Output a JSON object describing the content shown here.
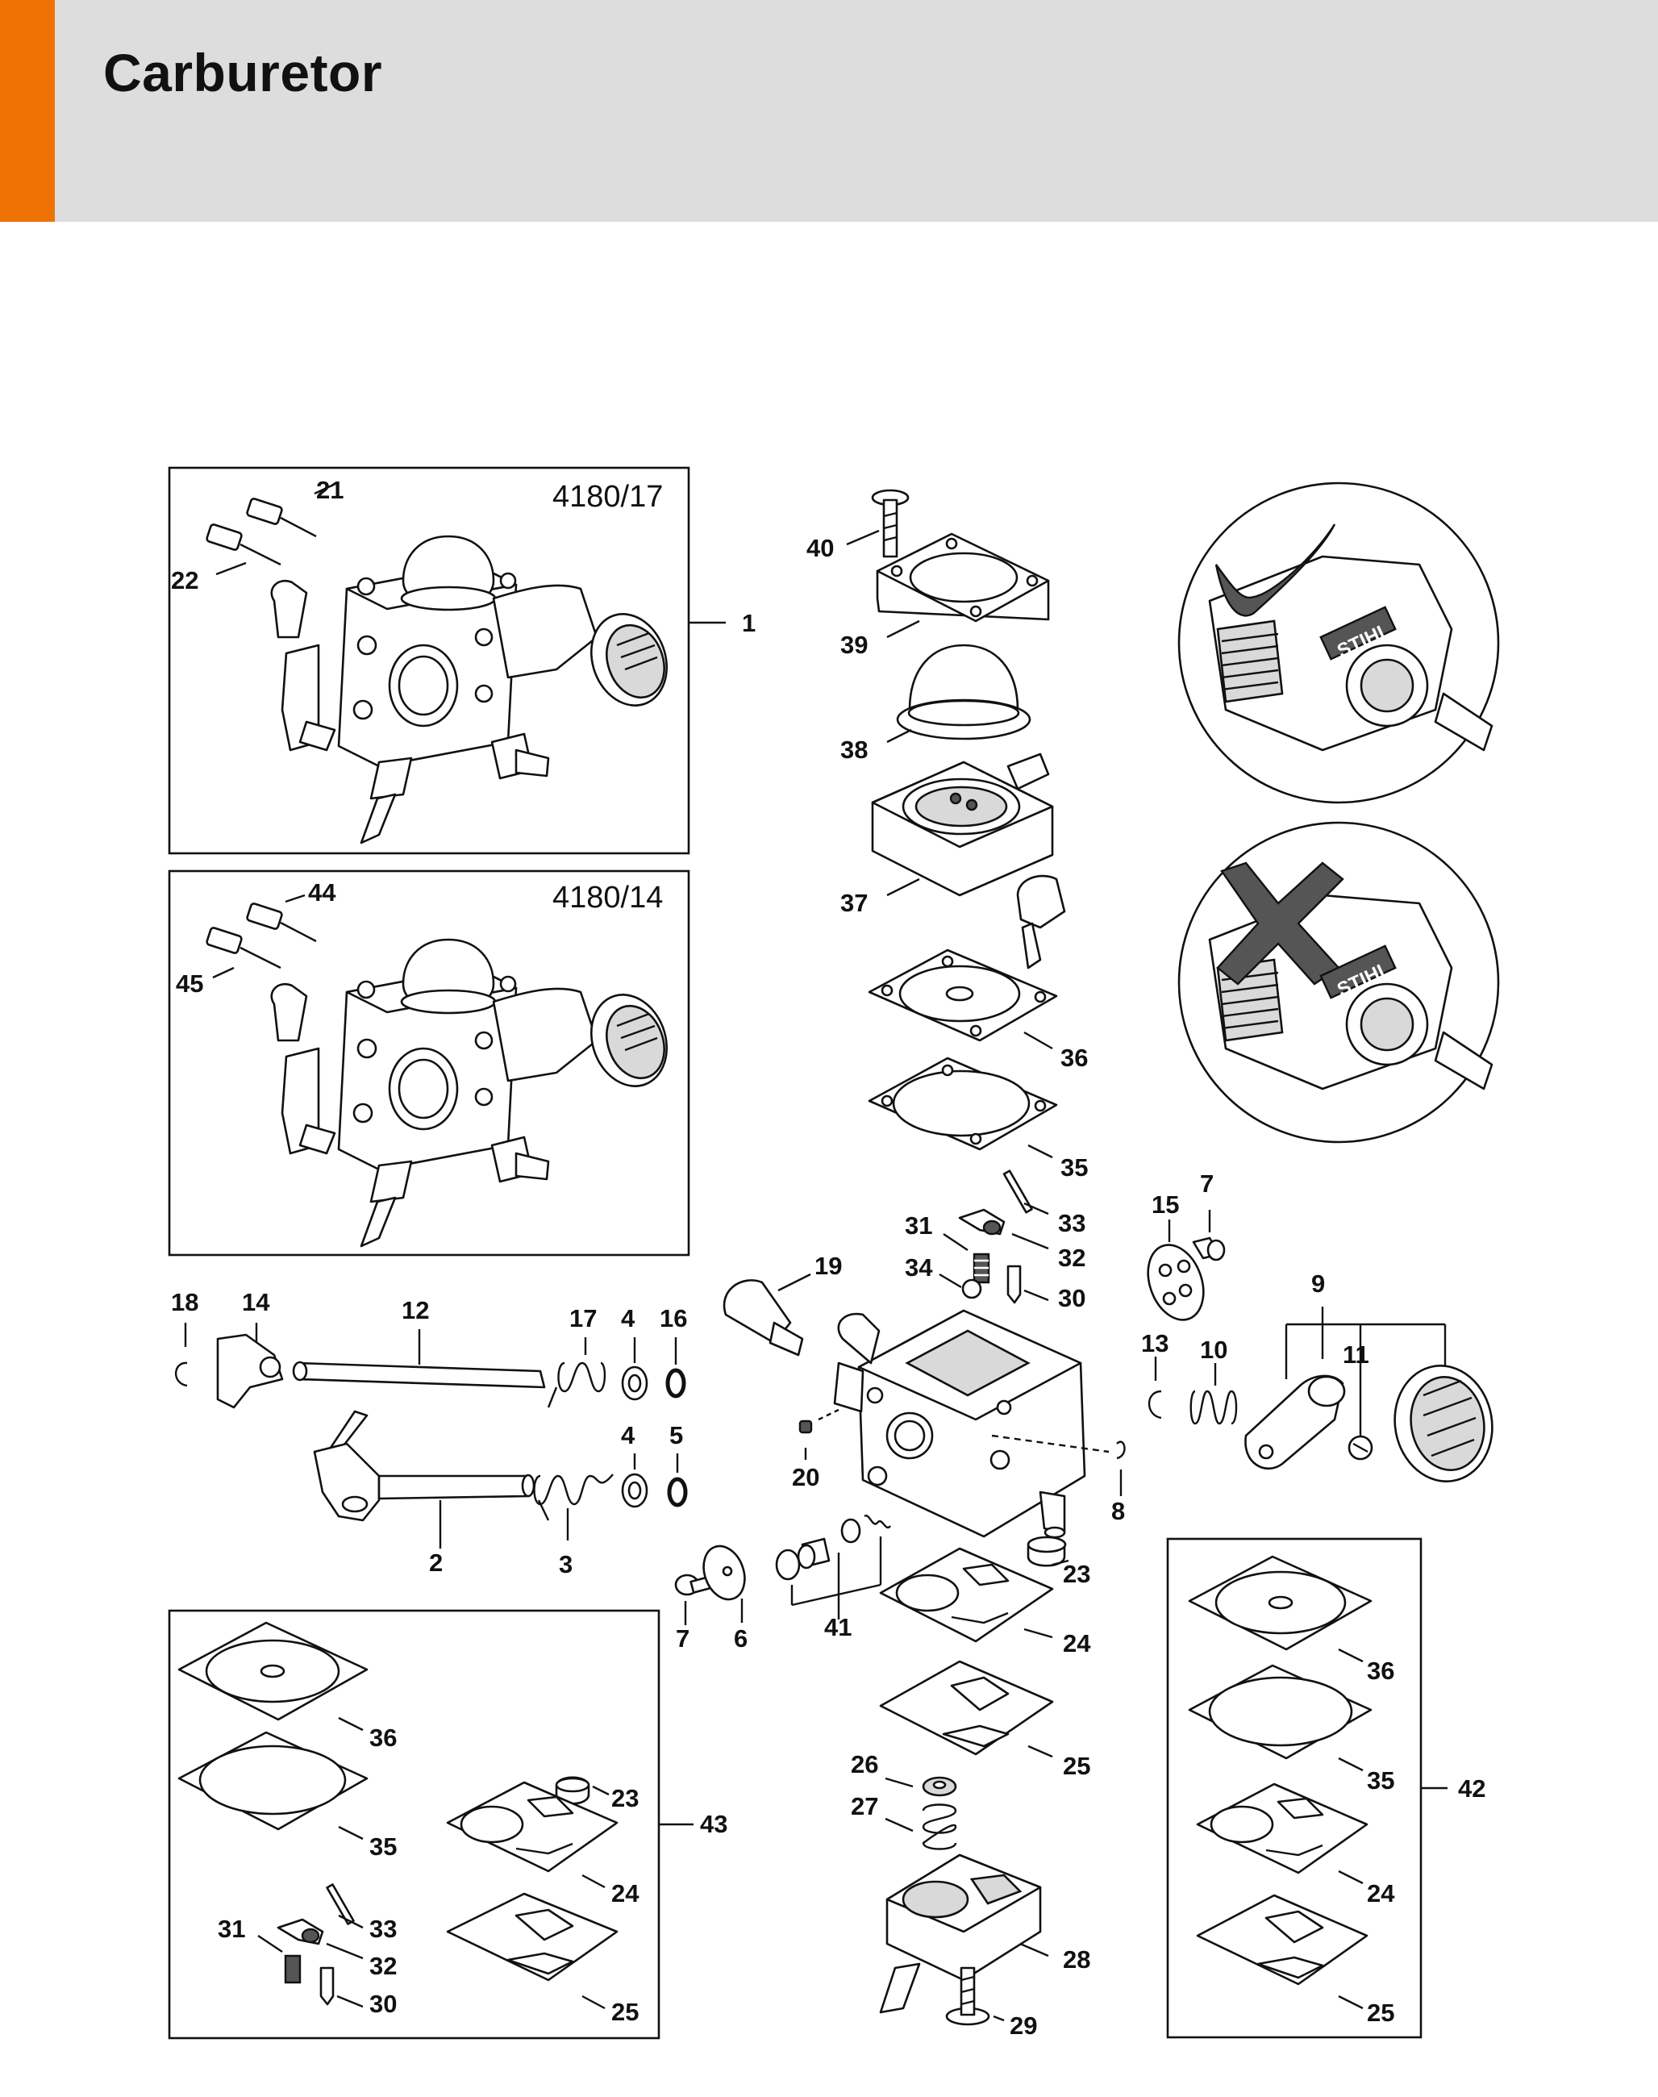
{
  "page": {
    "title": "Carburetor",
    "accent_color": "#ee7203",
    "header_color": "#dcdddc"
  },
  "insets": {
    "top": {
      "code": "4180/17",
      "part": "1"
    },
    "bottom": {
      "code": "4180/14"
    }
  },
  "kits": {
    "left": "43",
    "right": "42"
  },
  "parts": {
    "p1": "1",
    "p2": "2",
    "p3": "3",
    "p4a": "4",
    "p4b": "4",
    "p5": "5",
    "p6": "6",
    "p7a": "7",
    "p7b": "7",
    "p8": "8",
    "p9": "9",
    "p10": "10",
    "p11": "11",
    "p12": "12",
    "p13": "13",
    "p14": "14",
    "p15": "15",
    "p16": "16",
    "p17": "17",
    "p18": "18",
    "p19": "19",
    "p20": "20",
    "p21": "21",
    "p22": "22",
    "p23": "23",
    "p24": "24",
    "p25": "25",
    "p26": "26",
    "p27": "27",
    "p28": "28",
    "p29": "29",
    "p30": "30",
    "p31": "31",
    "p32": "32",
    "p33": "33",
    "p34": "34",
    "p35": "35",
    "p36": "36",
    "p37": "37",
    "p38": "38",
    "p39": "39",
    "p40": "40",
    "p41": "41",
    "p44": "44",
    "p45": "45",
    "k43_36": "36",
    "k43_35": "35",
    "k43_23": "23",
    "k43_24": "24",
    "k43_33": "33",
    "k43_31": "31",
    "k43_32": "32",
    "k43_30": "30",
    "k43_25": "25",
    "k42_36": "36",
    "k42_35": "35",
    "k42_24": "24",
    "k42_25": "25"
  },
  "brand": {
    "logo": "STIHL"
  }
}
